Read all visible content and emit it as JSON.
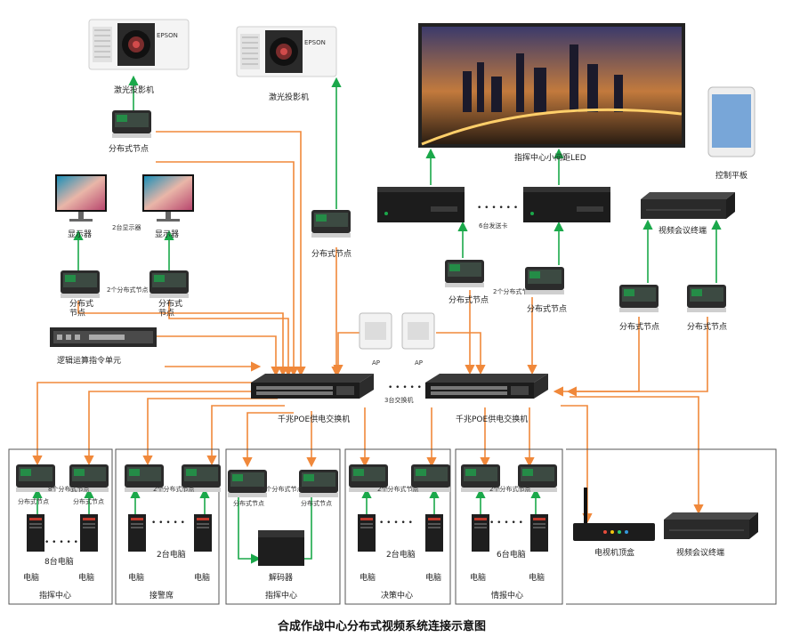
{
  "title": "合成作战中心分布式视频系统连接示意图",
  "labels": {
    "projector_left": "激光投影机",
    "projector_right": "激光投影机",
    "projector_brand": "EPSON",
    "led": "指挥中心小间距LED",
    "tablet": "控制平板",
    "node": "分布式节点",
    "node_split": "分布式\n节点",
    "display": "显示器",
    "displays_2": "2台显示器",
    "nodes_2": "2个分布式节点",
    "sender_cards": "6台发送卡",
    "video_terminal": "视频会议终端",
    "logic_unit": "逻辑运算指令单元",
    "ap": "AP",
    "switch": "千兆POE供电交换机",
    "switches_3": "3台交换机",
    "pc": "电脑",
    "pcs_8": "8台电脑",
    "pcs_2": "2台电脑",
    "pcs_6": "6台电脑",
    "nodes_8": "8个分布式节点",
    "decoder": "解码器",
    "tv_box": "电视机顶盒",
    "groups": [
      "指挥中心",
      "接警席",
      "指挥中心",
      "决策中心",
      "情报中心"
    ]
  },
  "colors": {
    "link": "#f0883a",
    "video": "#1aa84a",
    "device_dark": "#1c1c1c",
    "frame": "#555555"
  }
}
